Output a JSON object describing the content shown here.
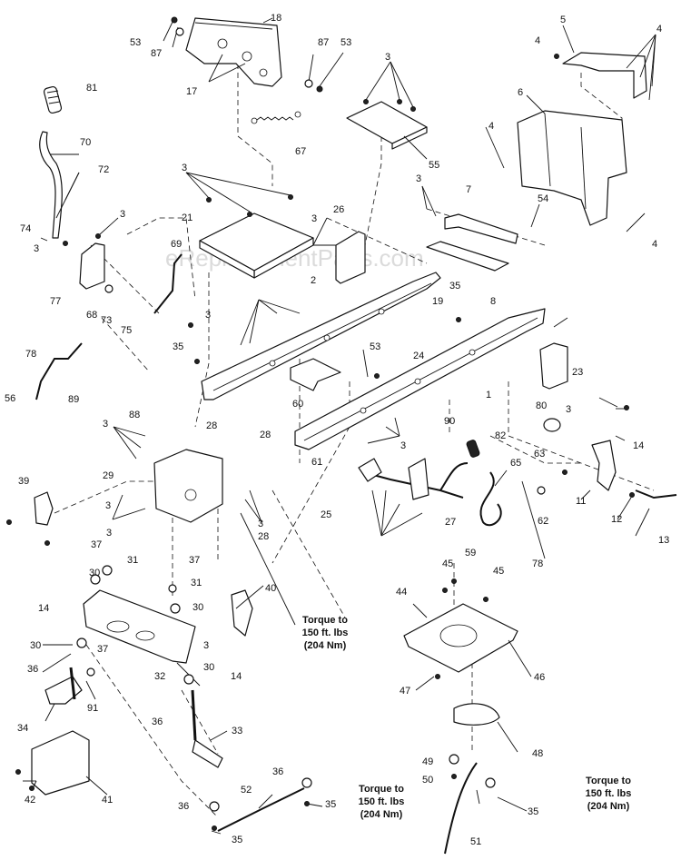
{
  "watermark": "eReplacementParts.com",
  "torque_notes": [
    {
      "id": "t1",
      "lines": [
        "Torque to",
        "150 ft. lbs",
        "(204 Nm)"
      ]
    },
    {
      "id": "t2",
      "lines": [
        "Torque to",
        "150 ft. lbs",
        "(204 Nm)"
      ]
    },
    {
      "id": "t3",
      "lines": [
        "Torque to",
        "150 ft. lbs",
        "(204 Nm)"
      ]
    }
  ],
  "callouts": [
    {
      "n": "53"
    },
    {
      "n": "87"
    },
    {
      "n": "18"
    },
    {
      "n": "17"
    },
    {
      "n": "87"
    },
    {
      "n": "53"
    },
    {
      "n": "5"
    },
    {
      "n": "4"
    },
    {
      "n": "4"
    },
    {
      "n": "81"
    },
    {
      "n": "3"
    },
    {
      "n": "6"
    },
    {
      "n": "70"
    },
    {
      "n": "67"
    },
    {
      "n": "55"
    },
    {
      "n": "4"
    },
    {
      "n": "72"
    },
    {
      "n": "3"
    },
    {
      "n": "3"
    },
    {
      "n": "7"
    },
    {
      "n": "54"
    },
    {
      "n": "3"
    },
    {
      "n": "26"
    },
    {
      "n": "4"
    },
    {
      "n": "74"
    },
    {
      "n": "21"
    },
    {
      "n": "69"
    },
    {
      "n": "3"
    },
    {
      "n": "77"
    },
    {
      "n": "2"
    },
    {
      "n": "8"
    },
    {
      "n": "68"
    },
    {
      "n": "3"
    },
    {
      "n": "35"
    },
    {
      "n": "19"
    },
    {
      "n": "73"
    },
    {
      "n": "75"
    },
    {
      "n": "35"
    },
    {
      "n": "3"
    },
    {
      "n": "78"
    },
    {
      "n": "24"
    },
    {
      "n": "53"
    },
    {
      "n": "23"
    },
    {
      "n": "56"
    },
    {
      "n": "89"
    },
    {
      "n": "88"
    },
    {
      "n": "60"
    },
    {
      "n": "1"
    },
    {
      "n": "3"
    },
    {
      "n": "80"
    },
    {
      "n": "90"
    },
    {
      "n": "14"
    },
    {
      "n": "3"
    },
    {
      "n": "28"
    },
    {
      "n": "28"
    },
    {
      "n": "82"
    },
    {
      "n": "61"
    },
    {
      "n": "3"
    },
    {
      "n": "63"
    },
    {
      "n": "29"
    },
    {
      "n": "65"
    },
    {
      "n": "39"
    },
    {
      "n": "11"
    },
    {
      "n": "3"
    },
    {
      "n": "12"
    },
    {
      "n": "13"
    },
    {
      "n": "3"
    },
    {
      "n": "25"
    },
    {
      "n": "27"
    },
    {
      "n": "62"
    },
    {
      "n": "28"
    },
    {
      "n": "3"
    },
    {
      "n": "78"
    },
    {
      "n": "37"
    },
    {
      "n": "31"
    },
    {
      "n": "59"
    },
    {
      "n": "45"
    },
    {
      "n": "45"
    },
    {
      "n": "30"
    },
    {
      "n": "37"
    },
    {
      "n": "44"
    },
    {
      "n": "31"
    },
    {
      "n": "14"
    },
    {
      "n": "30"
    },
    {
      "n": "40"
    },
    {
      "n": "30"
    },
    {
      "n": "3"
    },
    {
      "n": "46"
    },
    {
      "n": "37"
    },
    {
      "n": "36"
    },
    {
      "n": "32"
    },
    {
      "n": "30"
    },
    {
      "n": "47"
    },
    {
      "n": "14"
    },
    {
      "n": "91"
    },
    {
      "n": "34"
    },
    {
      "n": "36"
    },
    {
      "n": "33"
    },
    {
      "n": "48"
    },
    {
      "n": "49"
    },
    {
      "n": "50"
    },
    {
      "n": "36"
    },
    {
      "n": "42"
    },
    {
      "n": "41"
    },
    {
      "n": "52"
    },
    {
      "n": "36"
    },
    {
      "n": "35"
    },
    {
      "n": "35"
    },
    {
      "n": "51"
    },
    {
      "n": "35"
    }
  ]
}
